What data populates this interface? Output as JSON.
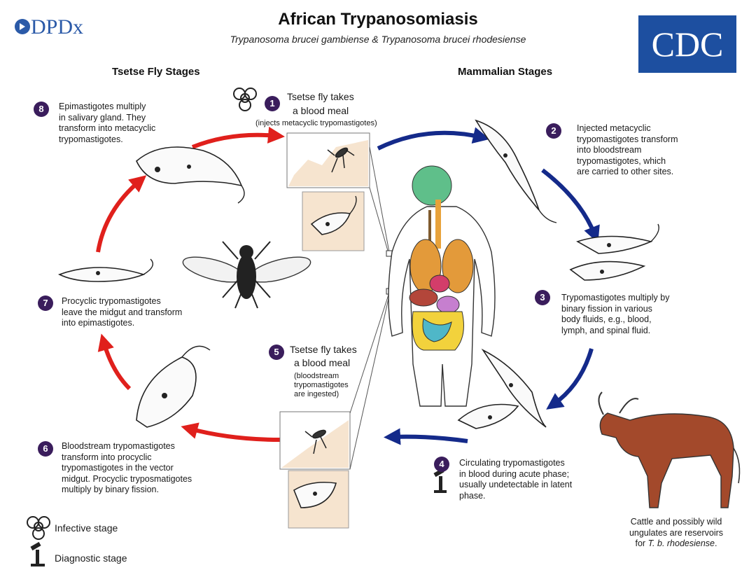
{
  "header": {
    "title": "African Trypanosomiasis",
    "subtitle": "Trypanosoma brucei gambiense & Trypanosoma brucei rhodesiense",
    "logo_left": "DPDx",
    "logo_right": "CDC"
  },
  "sections": {
    "fly": "Tsetse Fly Stages",
    "mammal": "Mammalian Stages"
  },
  "steps": {
    "s1": {
      "num": "1",
      "line1": "Tsetse fly takes",
      "line2": "a blood meal",
      "note": "(injects metacyclic trypomastigotes)"
    },
    "s2": {
      "num": "2",
      "lines": [
        "Injected metacyclic",
        "trypomastigotes transform",
        "into bloodstream",
        "trypomastigotes, which",
        "are carried to other sites."
      ]
    },
    "s3": {
      "num": "3",
      "lines": [
        "Trypomastigotes multiply by",
        "binary fission in various",
        "body fluids, e.g., blood,",
        "lymph, and spinal fluid."
      ]
    },
    "s4": {
      "num": "4",
      "lines": [
        "Circulating trypomastigotes",
        "in blood during acute phase;",
        "usually undetectable in latent",
        "phase."
      ]
    },
    "s5": {
      "num": "5",
      "line1": "Tsetse fly takes",
      "line2": "a blood meal",
      "notes": [
        "(bloodstream",
        "trypomastigotes",
        "are ingested)"
      ]
    },
    "s6": {
      "num": "6",
      "lines": [
        "Bloodstream trypomastigotes",
        "transform into procyclic",
        "trypomastigotes in the vector",
        "midgut. Procyclic tryposmatigotes",
        "multiply by binary fission."
      ]
    },
    "s7": {
      "num": "7",
      "lines": [
        "Procyclic trypomastigotes",
        "leave the midgut and transform",
        "into epimastigotes."
      ]
    },
    "s8": {
      "num": "8",
      "lines": [
        "Epimastigotes multiply",
        "in salivary gland. They",
        "transform into metacyclic",
        "trypomastigotes."
      ]
    }
  },
  "cattle": {
    "lines": [
      "Cattle and possibly wild",
      "ungulates are reservoirs"
    ],
    "last_prefix": "for ",
    "last_italic": "T. b. rhodesiense",
    "last_suffix": "."
  },
  "legend": {
    "infective": "Infective stage",
    "diagnostic": "Diagnostic stage"
  },
  "colors": {
    "red_arrow": "#e0201c",
    "blue_arrow": "#142a8a",
    "step_circle": "#3a1d5c",
    "inset_bg": "#f6e4cf"
  }
}
